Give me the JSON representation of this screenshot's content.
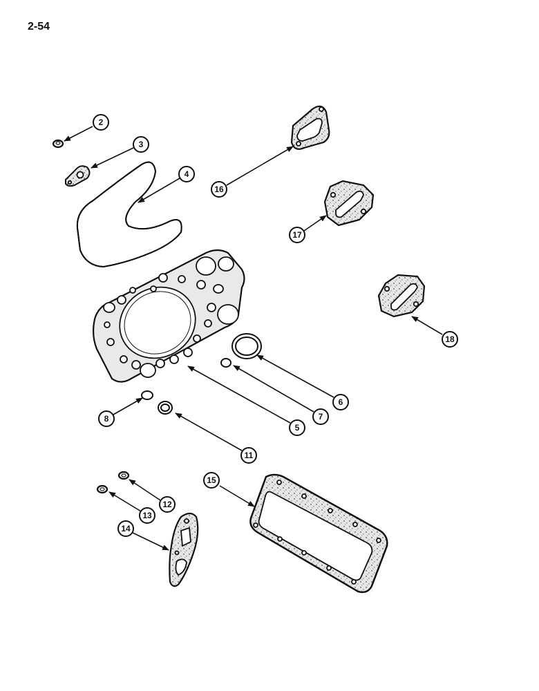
{
  "page": {
    "number": "2-54"
  },
  "callouts": [
    {
      "id": "c2",
      "label": "2"
    },
    {
      "id": "c3",
      "label": "3"
    },
    {
      "id": "c4",
      "label": "4"
    },
    {
      "id": "c5",
      "label": "5"
    },
    {
      "id": "c6",
      "label": "6"
    },
    {
      "id": "c7",
      "label": "7"
    },
    {
      "id": "c8",
      "label": "8"
    },
    {
      "id": "c11",
      "label": "11"
    },
    {
      "id": "c12",
      "label": "12"
    },
    {
      "id": "c13",
      "label": "13"
    },
    {
      "id": "c14",
      "label": "14"
    },
    {
      "id": "c15",
      "label": "15"
    },
    {
      "id": "c16",
      "label": "16"
    },
    {
      "id": "c17",
      "label": "17"
    },
    {
      "id": "c18",
      "label": "18"
    }
  ]
}
